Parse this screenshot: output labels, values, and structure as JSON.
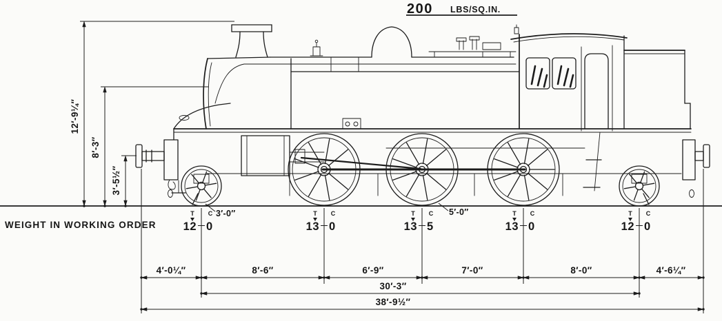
{
  "pressure": {
    "value": "200",
    "unit": "LBS/SQ.IN."
  },
  "weight": {
    "label": "WEIGHT IN WORKING ORDER",
    "tons_symbol": "T",
    "cwt_symbol": "C",
    "axles": [
      {
        "tons": "12",
        "cwt": "0"
      },
      {
        "tons": "13",
        "cwt": "0"
      },
      {
        "tons": "13",
        "cwt": "5"
      },
      {
        "tons": "13",
        "cwt": "0"
      },
      {
        "tons": "12",
        "cwt": "0"
      }
    ]
  },
  "heights": {
    "overall": "12′-9¼″",
    "boiler_centre": "8′-3″",
    "buffer_centre": "3′-5½″"
  },
  "wheels": {
    "pony_diameter": "3′-0″",
    "driving_diameter": "5′-0″"
  },
  "spacings": [
    "4′-0¼″",
    "8′-6″",
    "6′-9″",
    "7′-0″",
    "8′-0″",
    "4′-6¼″"
  ],
  "totals": {
    "coupled_wheelbase": "30′-3″",
    "overall_wheelbase": "38′-9½″"
  }
}
